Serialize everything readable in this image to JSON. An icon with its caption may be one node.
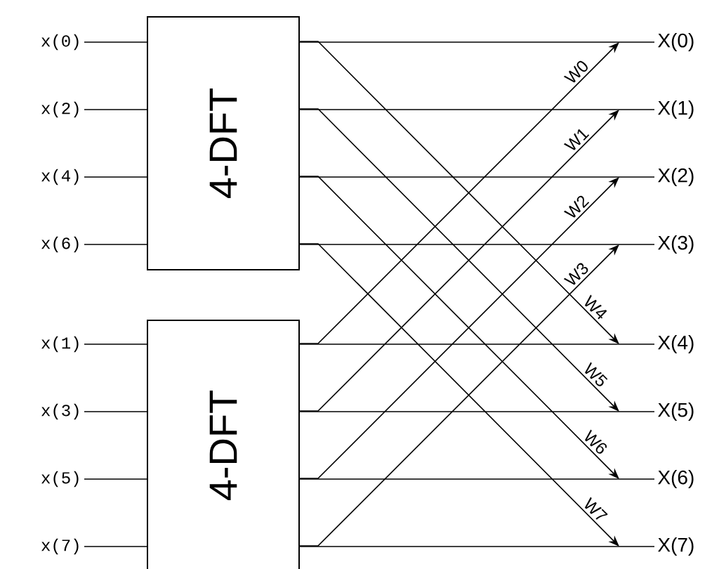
{
  "diagram": {
    "nodes": [
      {
        "text": [
          "x(0)"
        ]
      },
      {
        "text": [
          "x(2)"
        ]
      },
      {
        "text": [
          "x(4)"
        ]
      },
      {
        "text": [
          "x(6)"
        ]
      },
      {
        "text": [
          "x(1)"
        ]
      },
      {
        "text": [
          "x(3)"
        ]
      },
      {
        "text": [
          "x(5)"
        ]
      },
      {
        "text": [
          "x(7)"
        ]
      },
      {
        "text": [
          "4-DFT"
        ]
      },
      {
        "text": [
          "4-DFT"
        ]
      },
      {
        "text": [
          "X(0)"
        ]
      },
      {
        "text": [
          "X(1)"
        ]
      },
      {
        "text": [
          "X(2)"
        ]
      },
      {
        "text": [
          "X(3)"
        ]
      },
      {
        "text": [
          "X(4)"
        ]
      },
      {
        "text": [
          "X(5)"
        ]
      },
      {
        "text": [
          "X(6)"
        ]
      },
      {
        "text": [
          "X(7)"
        ]
      }
    ],
    "edges": [
      {
        "from": 0,
        "to": 8,
        "arrow": "none"
      },
      {
        "from": 1,
        "to": 8,
        "arrow": "none"
      },
      {
        "from": 2,
        "to": 8,
        "arrow": "none"
      },
      {
        "from": 3,
        "to": 8,
        "arrow": "none"
      },
      {
        "from": 4,
        "to": 9,
        "arrow": "none"
      },
      {
        "from": 5,
        "to": 9,
        "arrow": "none"
      },
      {
        "from": 6,
        "to": 9,
        "arrow": "none"
      },
      {
        "from": 7,
        "to": 9,
        "arrow": "none"
      },
      {
        "from": 8,
        "to": 10,
        "arrow": "none"
      },
      {
        "from": 8,
        "to": 11,
        "arrow": "none"
      },
      {
        "from": 8,
        "to": 12,
        "arrow": "none"
      },
      {
        "from": 8,
        "to": 13,
        "arrow": "none"
      },
      {
        "from": 9,
        "to": 14,
        "arrow": "none"
      },
      {
        "from": 9,
        "to": 15,
        "arrow": "none"
      },
      {
        "from": 9,
        "to": 16,
        "arrow": "none"
      },
      {
        "from": 9,
        "to": 17,
        "arrow": "none"
      },
      {
        "from": 9,
        "to": 10,
        "arrow": "to",
        "label": "W0"
      },
      {
        "from": 9,
        "to": 11,
        "arrow": "to",
        "label": "W1"
      },
      {
        "from": 9,
        "to": 12,
        "arrow": "to",
        "label": "W2"
      },
      {
        "from": 9,
        "to": 13,
        "arrow": "to",
        "label": "W3"
      },
      {
        "from": 8,
        "to": 14,
        "arrow": "to",
        "label": "W4"
      },
      {
        "from": 8,
        "to": 15,
        "arrow": "to",
        "label": "W5"
      },
      {
        "from": 8,
        "to": 16,
        "arrow": "to",
        "label": "W6"
      },
      {
        "from": 8,
        "to": 17,
        "arrow": "to",
        "label": "W7"
      }
    ]
  }
}
